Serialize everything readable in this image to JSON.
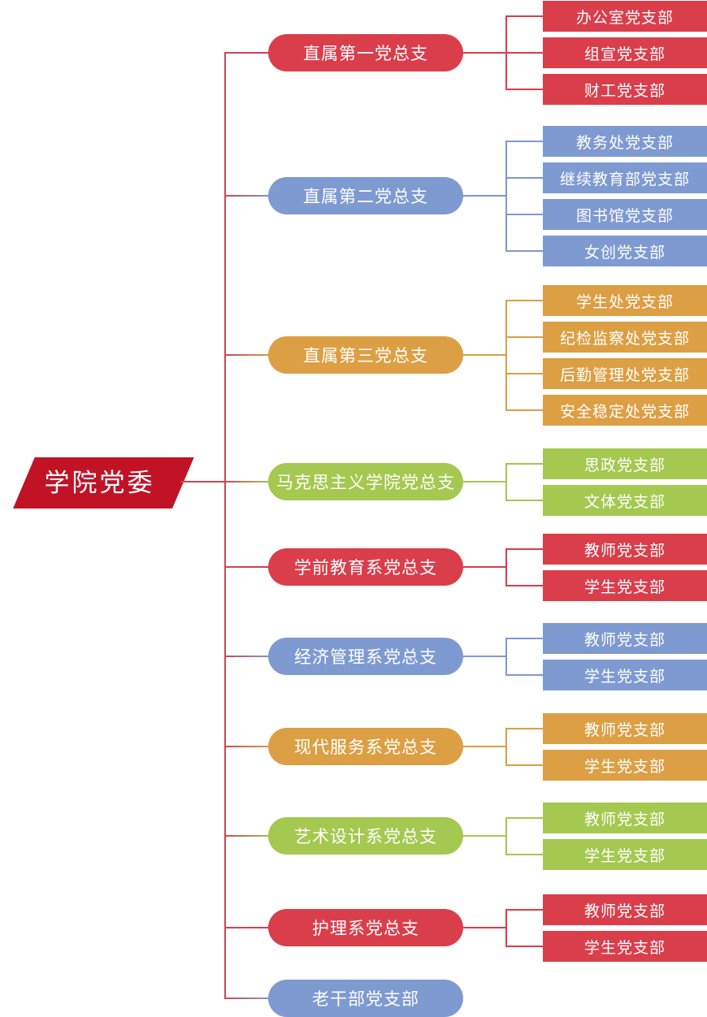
{
  "root": {
    "label": "学院党委"
  },
  "palette": {
    "red": "#da3e4b",
    "blue": "#7e9ad1",
    "orange": "#dc9f44",
    "green": "#a5c850",
    "root_red": "#c11226",
    "connector_red": "#cf4753"
  },
  "branches": [
    {
      "label": "直属第一党总支",
      "color": "red",
      "children": [
        "办公室党支部",
        "组宣党支部",
        "财工党支部"
      ]
    },
    {
      "label": "直属第二党总支",
      "color": "blue",
      "children": [
        "教务处党支部",
        "继续教育部党支部",
        "图书馆党支部",
        "女创党支部"
      ]
    },
    {
      "label": "直属第三党总支",
      "color": "orange",
      "children": [
        "学生处党支部",
        "纪检监察处党支部",
        "后勤管理处党支部",
        "安全稳定处党支部"
      ]
    },
    {
      "label": "马克思主义学院党总支",
      "color": "green",
      "children": [
        "思政党支部",
        "文体党支部"
      ]
    },
    {
      "label": "学前教育系党总支",
      "color": "red",
      "children": [
        "教师党支部",
        "学生党支部"
      ]
    },
    {
      "label": "经济管理系党总支",
      "color": "blue",
      "children": [
        "教师党支部",
        "学生党支部"
      ]
    },
    {
      "label": "现代服务系党总支",
      "color": "orange",
      "children": [
        "教师党支部",
        "学生党支部"
      ]
    },
    {
      "label": "艺术设计系党总支",
      "color": "green",
      "children": [
        "教师党支部",
        "学生党支部"
      ]
    },
    {
      "label": "护理系党总支",
      "color": "red",
      "children": [
        "教师党支部",
        "学生党支部"
      ]
    },
    {
      "label": "老干部党支部",
      "color": "blue",
      "children": []
    }
  ]
}
